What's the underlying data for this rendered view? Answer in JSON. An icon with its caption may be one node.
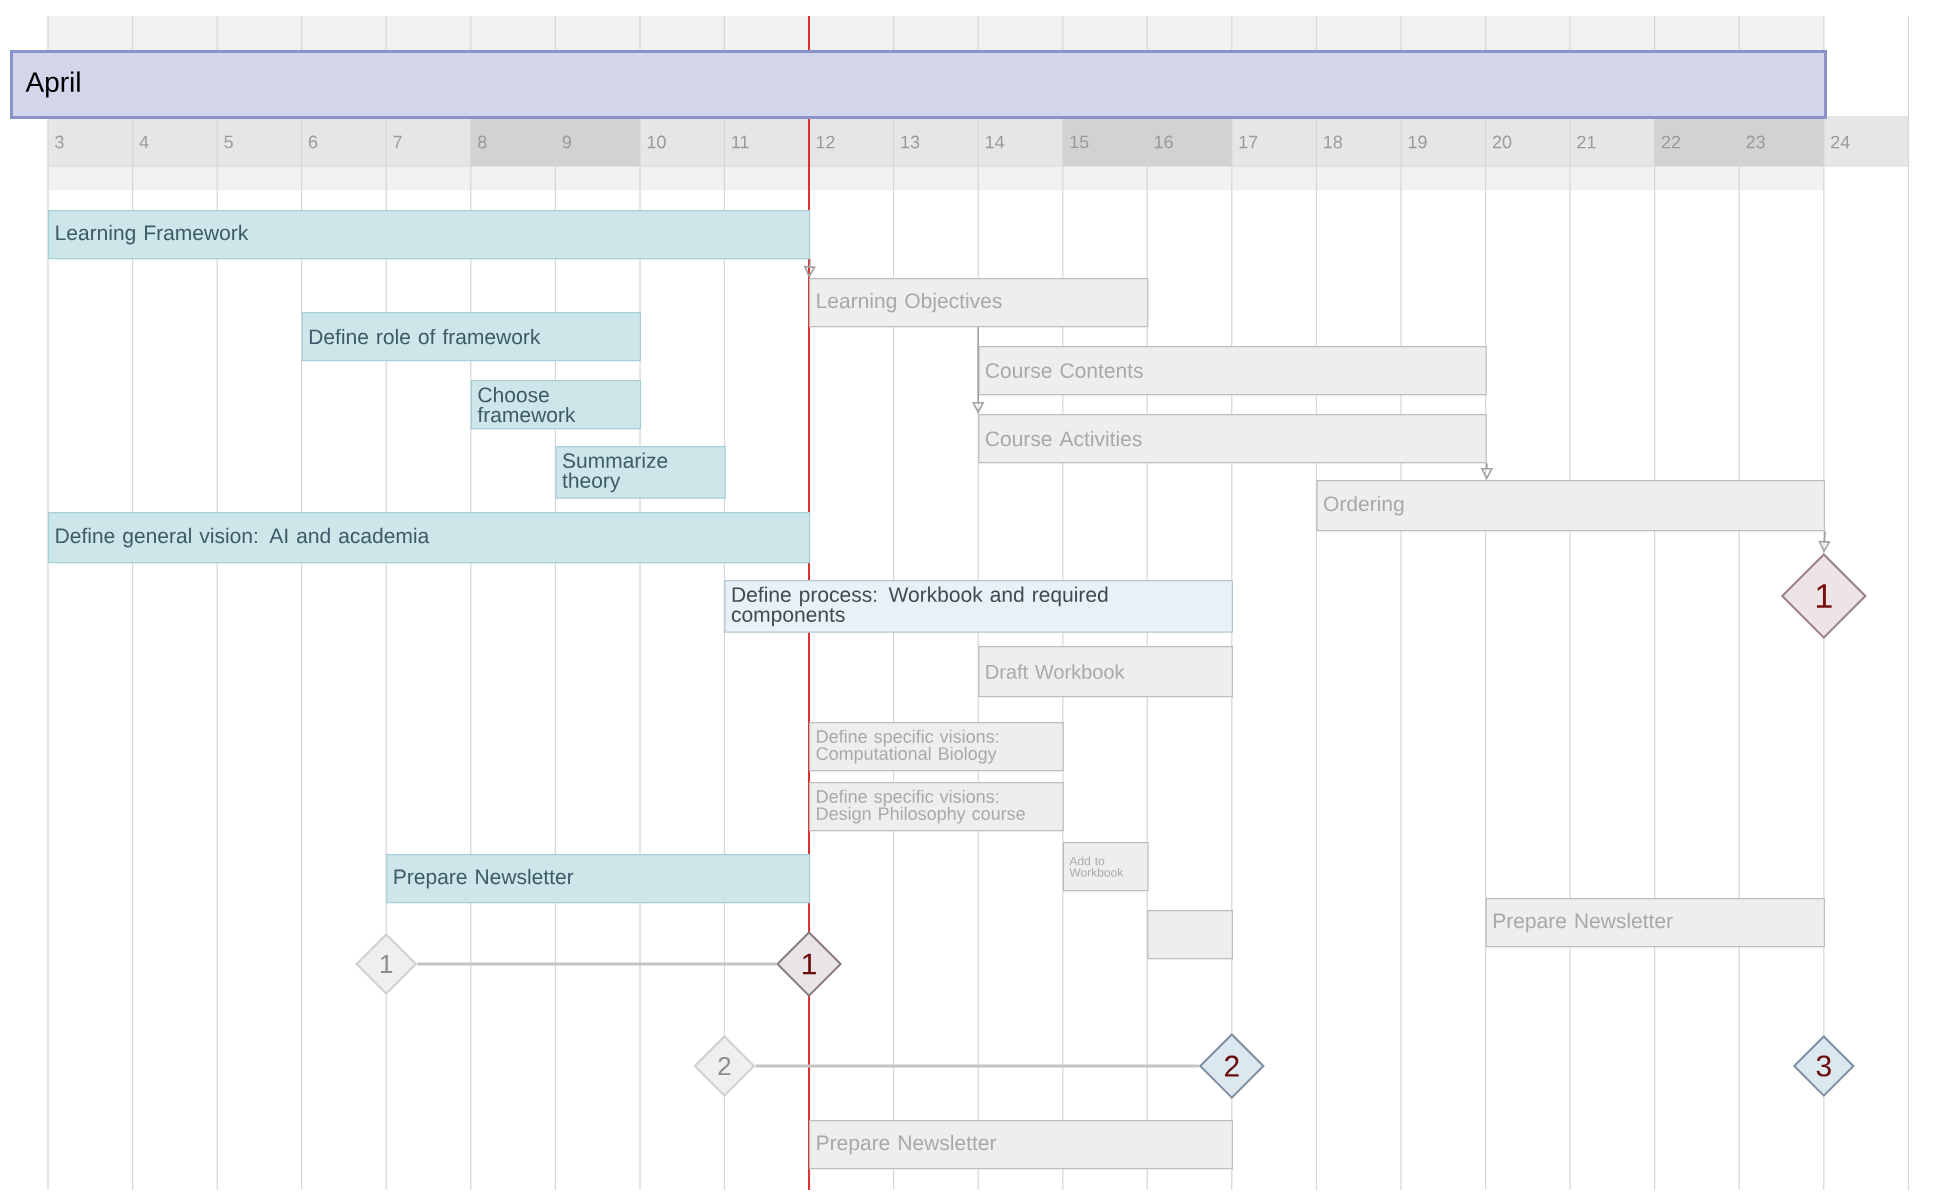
{
  "diagram": {
    "nodes": [
      {
        "text": [
          "April"
        ]
      },
      {
        "text": [
          "Learning Framework"
        ]
      },
      {
        "text": [
          "Learning Objectives"
        ]
      },
      {
        "text": [
          "Define role of framework"
        ]
      },
      {
        "text": [
          "Course Contents"
        ]
      },
      {
        "text": [
          "Choose framework"
        ]
      },
      {
        "text": [
          "Course Activities"
        ]
      },
      {
        "text": [
          "Summarize theory"
        ]
      },
      {
        "text": [
          "Ordering"
        ]
      },
      {
        "text": [
          "Define general vision: AI and academia"
        ]
      },
      {
        "text": [
          "1"
        ]
      },
      {
        "text": [
          "Define process: Workbook and required components"
        ]
      },
      {
        "text": [
          "Draft Workbook"
        ]
      },
      {
        "text": [
          "Define specific visions: Computational Biology"
        ]
      },
      {
        "text": [
          "Define specific visions: Design Philosophy course"
        ]
      },
      {
        "text": [
          "Add to Workbook"
        ]
      },
      {
        "text": [
          "Prepare Newsletter"
        ]
      },
      {
        "text": [],
        "shape": "box"
      },
      {
        "text": [
          "Prepare Newsletter"
        ]
      },
      {
        "text": [
          "1"
        ]
      },
      {
        "text": [
          "1"
        ]
      },
      {
        "text": [
          "2"
        ]
      },
      {
        "text": [
          "2"
        ]
      },
      {
        "text": [
          "3"
        ]
      },
      {
        "text": [
          "Prepare Newsletter"
        ]
      }
    ],
    "edges": [
      {
        "from": 1,
        "to": 2,
        "arrow": "to"
      },
      {
        "from": 2,
        "to": 6,
        "arrow": "to"
      },
      {
        "from": 6,
        "to": 8,
        "arrow": "to"
      },
      {
        "from": 8,
        "to": 10,
        "arrow": "to"
      },
      {
        "from": 19,
        "to": 20,
        "arrow": "none"
      },
      {
        "from": 21,
        "to": 22,
        "arrow": "none"
      }
    ],
    "labels": [
      "3",
      "4",
      "5",
      "6",
      "7",
      "8",
      "9",
      "10",
      "11",
      "12",
      "13",
      "14",
      "15",
      "16",
      "17",
      "18",
      "19",
      "20",
      "21",
      "22",
      "23",
      "24"
    ]
  }
}
